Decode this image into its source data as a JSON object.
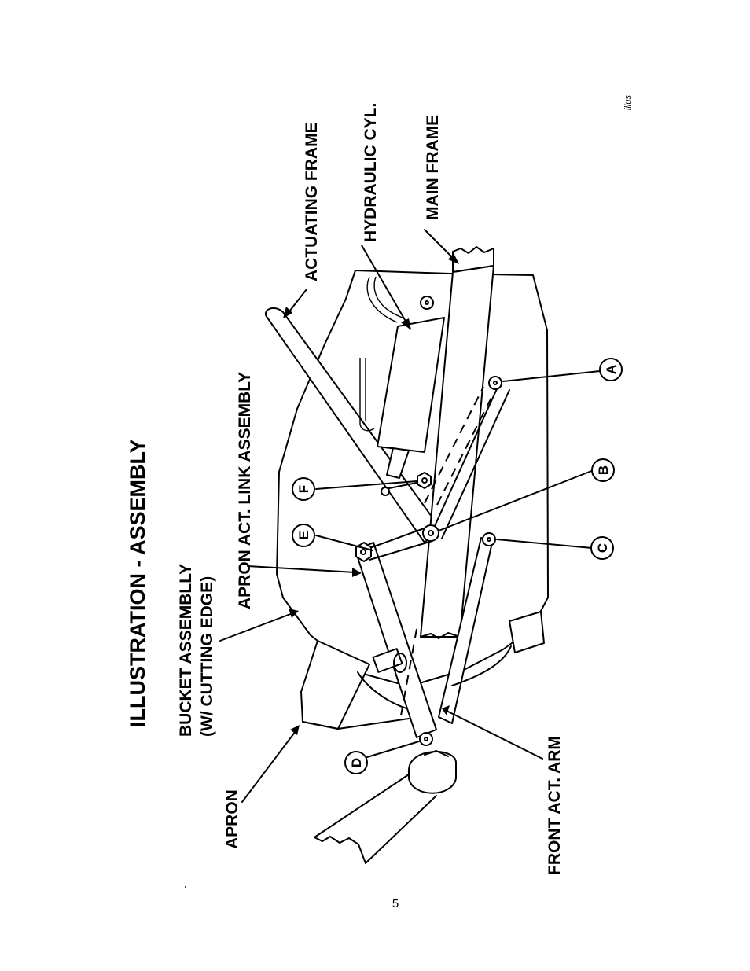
{
  "page": {
    "title": "ILLUSTRATION - ASSEMBLY",
    "tag": "illus",
    "page_number": "5"
  },
  "callouts": {
    "bucket_line1": "BUCKET ASSEMBLLY",
    "bucket_line2": "(W/ CUTTING EDGE)",
    "apron_link": "APRON ACT. LINK ASSEMBLY",
    "apron": "APRON",
    "actuating_frame": "ACTUATING FRAME",
    "hydraulic_cyl": "HYDRAULIC CYL.",
    "main_frame": "MAIN FRAME",
    "front_act_arm": "FRONT ACT. ARM"
  },
  "pins": {
    "a": "A",
    "b": "B",
    "c": "C",
    "d": "D",
    "e": "E",
    "f": "F"
  }
}
